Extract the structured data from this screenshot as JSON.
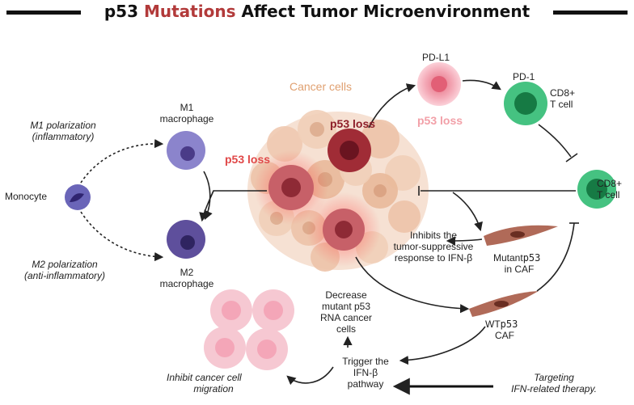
{
  "title": {
    "part1": "p53",
    "accent": "Mutations",
    "part2": "Affect Tumor Microenvironment"
  },
  "labels": {
    "cancer_cells": "Cancer cells",
    "p53_loss_left": "p53 loss",
    "p53_loss_top": "p53 loss",
    "p53_loss_pink": "p53 loss",
    "pd_l1": "PD-L1",
    "pd_1": "PD-1",
    "cd8_top_1": "CD8+",
    "cd8_top_2": "T cell",
    "cd8_right_1": "CD8+",
    "cd8_right_2": "T cell",
    "m1_1": "M1",
    "m1_2": "macrophage",
    "m2_1": "M2",
    "m2_2": "macrophage",
    "monocyte": "Monocyte",
    "m1_pol_1": "M1 polarization",
    "m1_pol_2": "(inflammatory)",
    "m2_pol_1": "M2 polarization",
    "m2_pol_2": "(anti-inflammatory)",
    "inhibits_1": "Inhibits the",
    "inhibits_2": "tumor-suppressive",
    "inhibits_3": "response to IFN-β",
    "mutant_caf_1a": "Mutant",
    "mutant_caf_1b": "p53",
    "mutant_caf_2": "in CAF",
    "wt_caf_1a": "WT",
    "wt_caf_1b": "p53",
    "wt_caf_2": "CAF",
    "decrease_1": "Decrease",
    "decrease_2": "mutant p53",
    "decrease_3": "RNA cancer",
    "decrease_4": "cells",
    "trigger_1": "Trigger the",
    "trigger_2": "IFN-β",
    "trigger_3": "pathway",
    "inhibit_mig_1": "Inhibit cancer cell",
    "inhibit_mig_2": "migration",
    "targeting_1": "Targeting",
    "targeting_2": "IFN-related therapy."
  },
  "colors": {
    "title_accent": "#b23a3a",
    "p53_loss_red": "#e04848",
    "p53_loss_dark": "#8e1f2a",
    "p53_loss_pink": "#f2a0a8",
    "cancer_cells_tan": "#e0a070",
    "t_cell_green": "#3cb878",
    "macrophage_purple": "#7a6ab8",
    "caf_brown": "#a85a48"
  }
}
